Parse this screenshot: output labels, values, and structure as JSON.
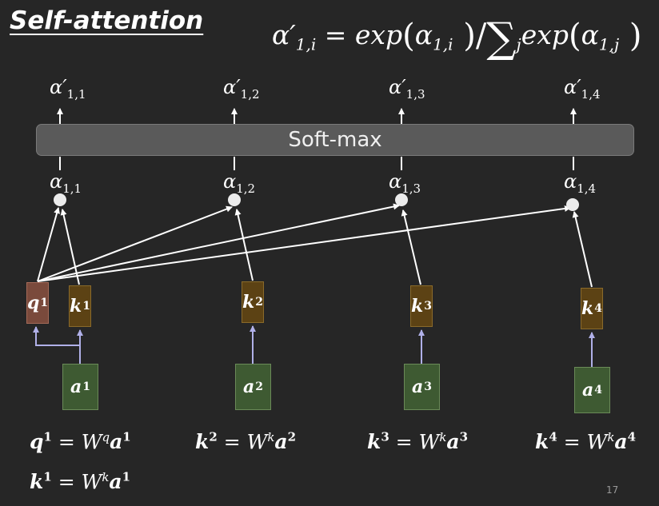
{
  "title": "Self-attention",
  "formula": {
    "lhs": "α′",
    "lhs_sub": "1,i",
    "eq": " = exp",
    "open": "(",
    "arg1": "α",
    "arg1_sub": "1,i",
    "close_div": " )/",
    "sum": "∑",
    "sum_sub": "j",
    "exp2": "exp",
    "arg2": "α",
    "arg2_sub": "1,j",
    "close2": " )"
  },
  "softmax_label": "Soft-max",
  "alpha_prime": [
    {
      "sym": "α′",
      "sub": "1,1"
    },
    {
      "sym": "α′",
      "sub": "1,2"
    },
    {
      "sym": "α′",
      "sub": "1,3"
    },
    {
      "sym": "α′",
      "sub": "1,4"
    }
  ],
  "alpha": [
    {
      "sym": "α",
      "sub": "1,1"
    },
    {
      "sym": "α",
      "sub": "1,2"
    },
    {
      "sym": "α",
      "sub": "1,3"
    },
    {
      "sym": "α",
      "sub": "1,4"
    }
  ],
  "q_box": {
    "sym": "q",
    "sup": "1"
  },
  "k_boxes": [
    {
      "sym": "k",
      "sup": "1"
    },
    {
      "sym": "k",
      "sup": "2"
    },
    {
      "sym": "k",
      "sup": "3"
    },
    {
      "sym": "k",
      "sup": "4"
    }
  ],
  "a_boxes": [
    {
      "sym": "a",
      "sup": "1"
    },
    {
      "sym": "a",
      "sup": "2"
    },
    {
      "sym": "a",
      "sup": "3"
    },
    {
      "sym": "a",
      "sup": "4"
    }
  ],
  "equations": [
    {
      "lhs": "q",
      "lhs_sup": "1",
      "mid": " = ",
      "w": "W",
      "w_sup": "q",
      "rhs": "a",
      "rhs_sup": "1"
    },
    {
      "lhs": "k",
      "lhs_sup": "2",
      "mid": " = ",
      "w": "W",
      "w_sup": "k",
      "rhs": "a",
      "rhs_sup": "2"
    },
    {
      "lhs": "k",
      "lhs_sup": "3",
      "mid": " = ",
      "w": "W",
      "w_sup": "k",
      "rhs": "a",
      "rhs_sup": "3"
    },
    {
      "lhs": "k",
      "lhs_sup": "4",
      "mid": " = ",
      "w": "W",
      "w_sup": "k",
      "rhs": "a",
      "rhs_sup": "4"
    },
    {
      "lhs": "k",
      "lhs_sup": "1",
      "mid": " = ",
      "w": "W",
      "w_sup": "k",
      "rhs": "a",
      "rhs_sup": "1"
    }
  ],
  "page_number": "17",
  "colors": {
    "background": "#262626",
    "k_box": "#5c4214",
    "q_box": "#7a4a3c",
    "a_box": "#3e5a32",
    "input_arrow": "#b0b0e8"
  }
}
